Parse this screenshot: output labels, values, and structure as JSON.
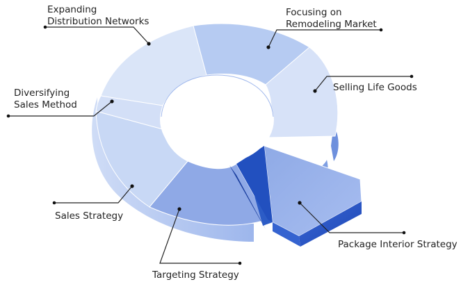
{
  "segments": [
    {
      "id": "expanding",
      "label": [
        "Expanding",
        "Distribution Networks"
      ]
    },
    {
      "id": "remodeling",
      "label": [
        "Focusing on",
        "Remodeling Market"
      ]
    },
    {
      "id": "life-goods",
      "label": [
        "Selling Life Goods"
      ]
    },
    {
      "id": "package",
      "label": [
        "Package Interior Strategy"
      ]
    },
    {
      "id": "targeting",
      "label": [
        "Targeting Strategy"
      ]
    },
    {
      "id": "sales-strategy",
      "label": [
        "Sales Strategy"
      ]
    },
    {
      "id": "diversifying",
      "label": [
        "Diversifying",
        "Sales Method"
      ]
    }
  ],
  "colors": {
    "slice_light": "#d8e3f8",
    "slice_mid": "#c2d4f3",
    "slice_blue": "#a9bfee",
    "slice_deep": "#7f9fe3",
    "side_blue": "#2f62d0",
    "side_dark": "#123a9c",
    "line": "#222222",
    "text": "#222222"
  }
}
